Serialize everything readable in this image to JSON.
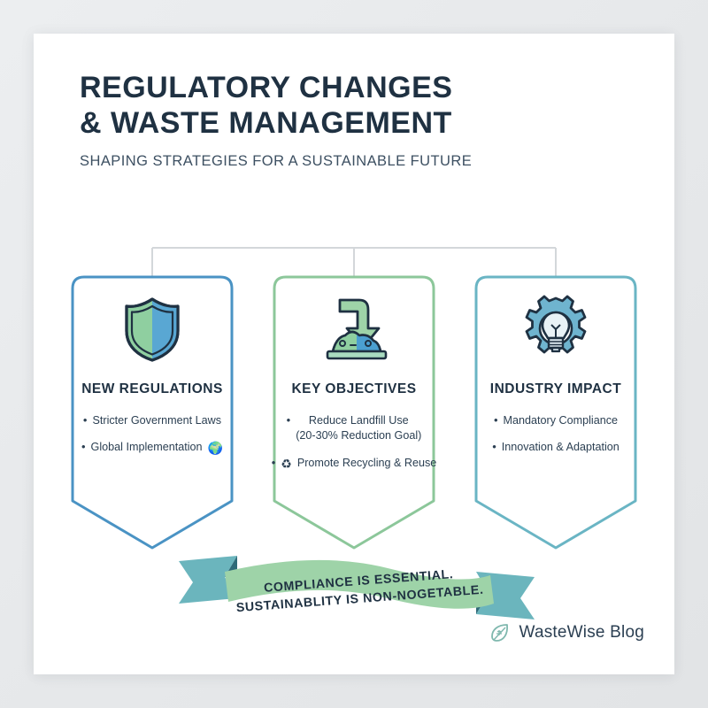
{
  "header": {
    "title_line1": "REGULATORY CHANGES",
    "title_line2": "& WASTE MANAGEMENT",
    "subtitle": "SHAPING STRATEGIES FOR A SUSTAINABLE FUTURE"
  },
  "colors": {
    "page_background": "#e8eaec",
    "sheet_background": "#ffffff",
    "heading": "#1f3142",
    "body_text": "#2b3f52",
    "card1_border": "#4a93c4",
    "card2_border": "#8cc79a",
    "card3_border": "#6ab5c4",
    "connector_line": "#d3d7da",
    "ribbon_band": "#9ed3a8",
    "ribbon_tail": "#6bb5bd",
    "ribbon_tail_shadow": "#2f6a78",
    "shield_green": "#8fcfa0",
    "shield_blue": "#59a7d3",
    "gear_blue": "#6fb4cf",
    "bulb_fill": "#e9f2f6",
    "outline_dark": "#1f3142",
    "brand_leaf": "#7fb8ae"
  },
  "cards": [
    {
      "id": "new-regulations",
      "icon": "shield-icon",
      "title": "NEW\nREGULATIONS",
      "bullets": [
        {
          "text": "Stricter Government Laws",
          "emoji": ""
        },
        {
          "text": "Global Implementation",
          "emoji": "🌍"
        }
      ]
    },
    {
      "id": "key-objectives",
      "icon": "landfill-arrow-icon",
      "title": "KEY OBJECTIVES",
      "bullets": [
        {
          "text": "Reduce Landfill Use\n(20-30% Reduction Goal)",
          "emoji": ""
        },
        {
          "text": "Promote Recycling & Reuse",
          "emoji": "♻"
        }
      ]
    },
    {
      "id": "industry-impact",
      "icon": "gear-lightbulb-icon",
      "title": "INDUSTRY\nIMPACT",
      "bullets": [
        {
          "text": "Mandatory Compliance",
          "emoji": ""
        },
        {
          "text": "Innovation & Adaptation",
          "emoji": ""
        }
      ]
    }
  ],
  "ribbon": {
    "line1": "COMPLIANCE IS ESSENTIAL.",
    "line2": "SUSTAINABLITY IS NON-NOGETABLE."
  },
  "brand": {
    "name": "WasteWise Blog",
    "icon": "leaf-icon"
  }
}
